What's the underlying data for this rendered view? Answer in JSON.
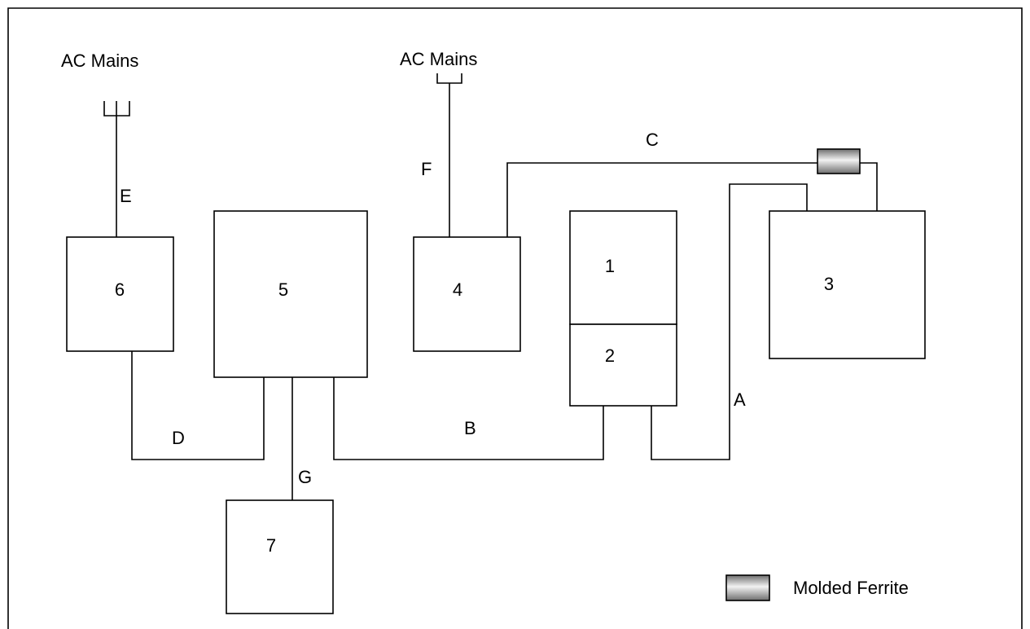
{
  "mains": {
    "left_label": "AC Mains",
    "right_label": "AC Mains"
  },
  "boxes": {
    "b1": "1",
    "b2": "2",
    "b3": "3",
    "b4": "4",
    "b5": "5",
    "b6": "6",
    "b7": "7"
  },
  "cables": {
    "A": "A",
    "B": "B",
    "C": "C",
    "D": "D",
    "E": "E",
    "F": "F",
    "G": "G"
  },
  "legend": {
    "label": "Molded Ferrite"
  },
  "colors": {
    "line": "#000000",
    "background": "#ffffff",
    "ferrite_light": "#f2f2f2",
    "ferrite_dark": "#6e6e6e"
  }
}
